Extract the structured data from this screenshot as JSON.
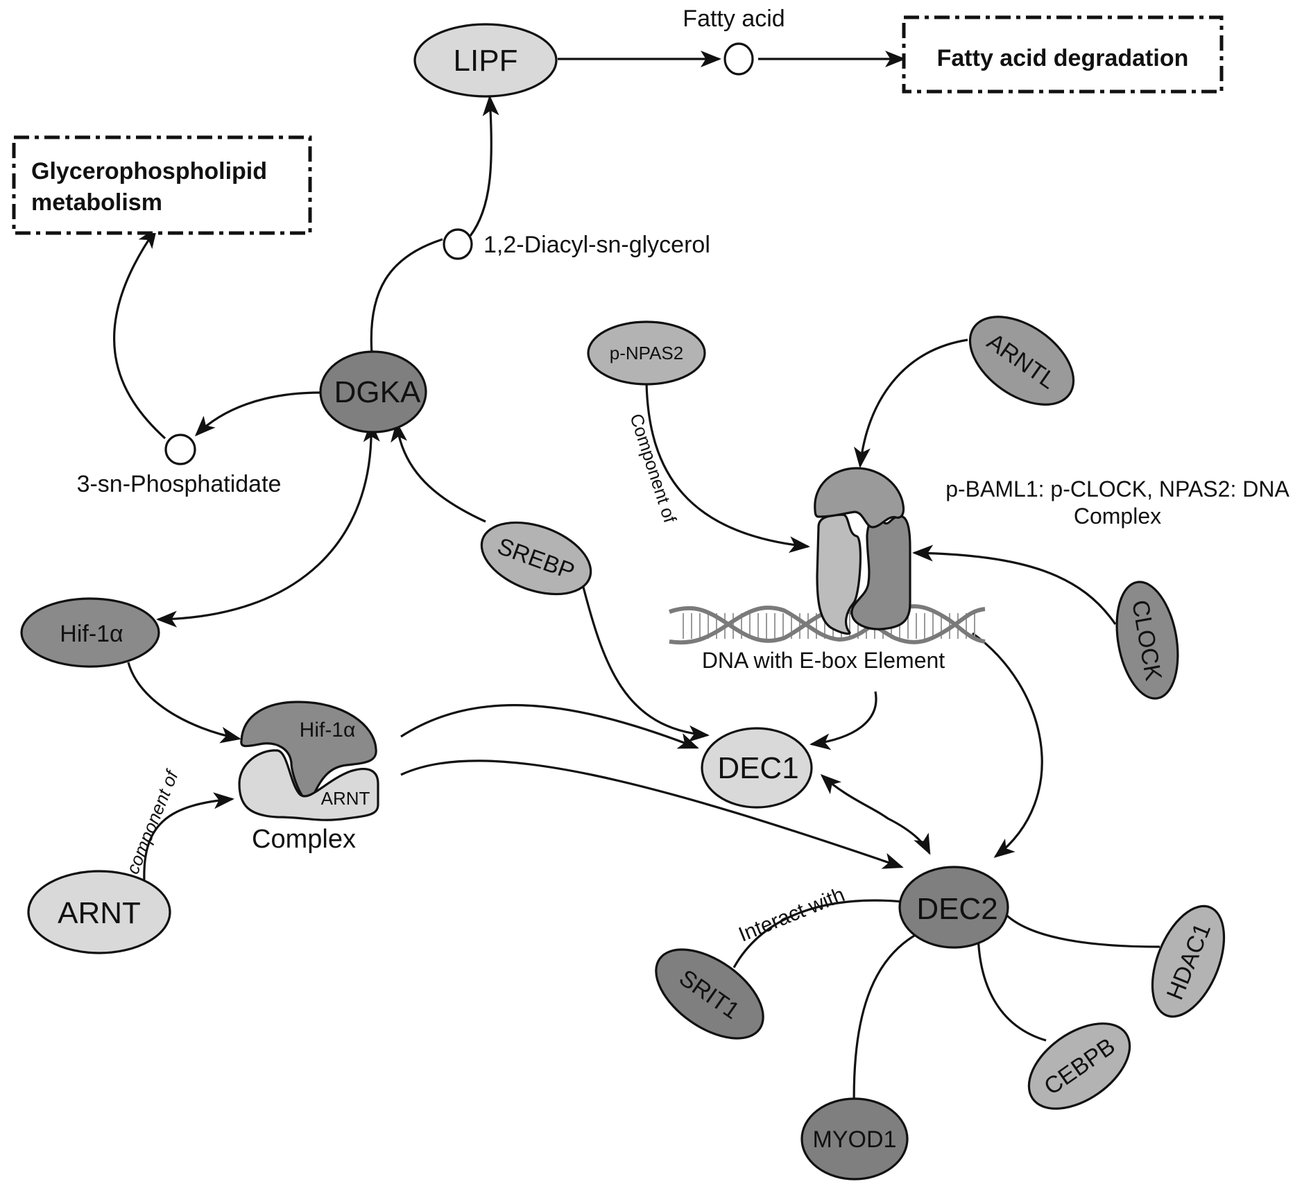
{
  "colors": {
    "light": "#d9d9d9",
    "mid": "#b3b3b3",
    "dark": "#8a8a8a",
    "darker": "#7f7f7f",
    "stroke": "#111111",
    "background": "#ffffff"
  },
  "pathways": {
    "fatty_acid_degradation": "Fatty acid degradation",
    "glycerophospholipid_line1": "Glycerophospholipid",
    "glycerophospholipid_line2": "metabolism"
  },
  "metabolites": {
    "fatty_acid": "Fatty acid",
    "diacylglycerol": "1,2-Diacyl-sn-glycerol",
    "phosphatidate": "3-sn-Phosphatidate"
  },
  "nodes": {
    "lipf": "LIPF",
    "dgka": "DGKA",
    "hif1a": "Hif-1α",
    "srebp": "SREBP",
    "p_npas2": "p-NPAS2",
    "arntl": "ARNTL",
    "clock": "CLOCK",
    "arnt": "ARNT",
    "dec1": "DEC1",
    "dec2": "DEC2",
    "srit1": "SRIT1",
    "myod1": "MYOD1",
    "cebpb": "CEBPB",
    "hdac1": "HDAC1"
  },
  "complexes": {
    "hif_complex": {
      "top_label": "Hif-1α",
      "bottom_label": "ARNT",
      "caption": "Complex"
    },
    "clock_complex": {
      "caption_line1": "p-BAML1: p-CLOCK, NPAS2: DNA",
      "caption_line2": "Complex"
    },
    "dna": "DNA with E-box Element"
  },
  "edge_labels": {
    "component_of_npas2": "Component of",
    "component_of_arnt": "component of",
    "interact_with": "Interact with"
  }
}
